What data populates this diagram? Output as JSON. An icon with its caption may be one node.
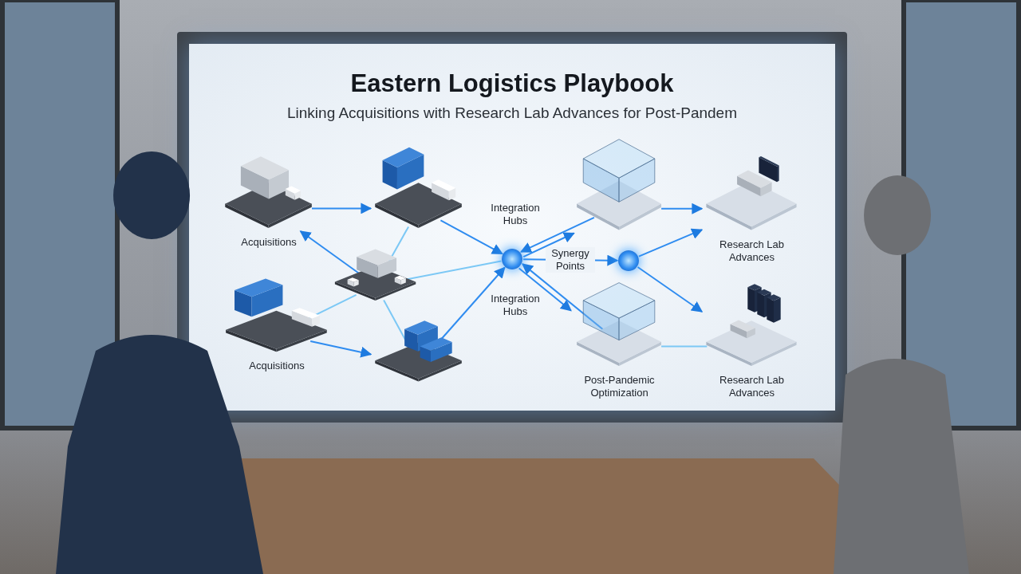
{
  "diagram": {
    "title": "Eastern Logistics Playbook",
    "nodes": [
      {
        "text": [],
        "shape": "picture",
        "beside": [
          "Acquisitions"
        ]
      },
      {
        "text": [],
        "shape": "picture"
      },
      {
        "text": [],
        "shape": "picture"
      },
      {
        "text": [],
        "shape": "picture",
        "beside": [
          "Acquisitions"
        ]
      },
      {
        "text": [],
        "shape": "picture"
      },
      {
        "text": [],
        "shape": "circle"
      },
      {
        "text": [],
        "shape": "circle"
      },
      {
        "text": [],
        "shape": "picture"
      },
      {
        "text": [],
        "shape": "picture",
        "beside": [
          "Post-Pandemic Optimization"
        ]
      },
      {
        "text": [],
        "shape": "picture",
        "beside": [
          "Research Lab Advances"
        ]
      },
      {
        "text": [],
        "shape": "picture",
        "beside": [
          "Research Lab Advances"
        ]
      }
    ],
    "edges": [
      {
        "from": 0,
        "to": 1,
        "arrow": "to"
      },
      {
        "from": 2,
        "to": 0,
        "arrow": "to"
      },
      {
        "from": 3,
        "to": 4,
        "arrow": "to"
      },
      {
        "from": 1,
        "to": 2,
        "arrow": "none",
        "color": "#7cc8f5"
      },
      {
        "from": 2,
        "to": 3,
        "arrow": "none",
        "color": "#7cc8f5"
      },
      {
        "from": 2,
        "to": 4,
        "arrow": "none",
        "color": "#7cc8f5"
      },
      {
        "from": 1,
        "to": 5,
        "arrow": "to"
      },
      {
        "from": 4,
        "to": 5,
        "arrow": "to"
      },
      {
        "from": 2,
        "to": 5,
        "arrow": "none",
        "color": "#7cc8f5"
      },
      {
        "from": 5,
        "to": 7,
        "arrow": "to"
      },
      {
        "from": 7,
        "to": 5,
        "arrow": "to"
      },
      {
        "from": 5,
        "to": 8,
        "arrow": "to"
      },
      {
        "from": 8,
        "to": 5,
        "arrow": "to"
      },
      {
        "from": 5,
        "to": 6,
        "arrow": "to",
        "label": "Synergy Points"
      },
      {
        "from": 6,
        "to": 9,
        "arrow": "to"
      },
      {
        "from": 7,
        "to": 9,
        "arrow": "to"
      },
      {
        "from": 6,
        "to": 10,
        "arrow": "to"
      },
      {
        "from": 8,
        "to": 10,
        "arrow": "none",
        "color": "#7cc8f5"
      }
    ],
    "labels": [
      "Linking Acquisitions with Research Lab Advances for Post-Pandem",
      "Integration Hubs",
      "Integration Hubs"
    ]
  }
}
